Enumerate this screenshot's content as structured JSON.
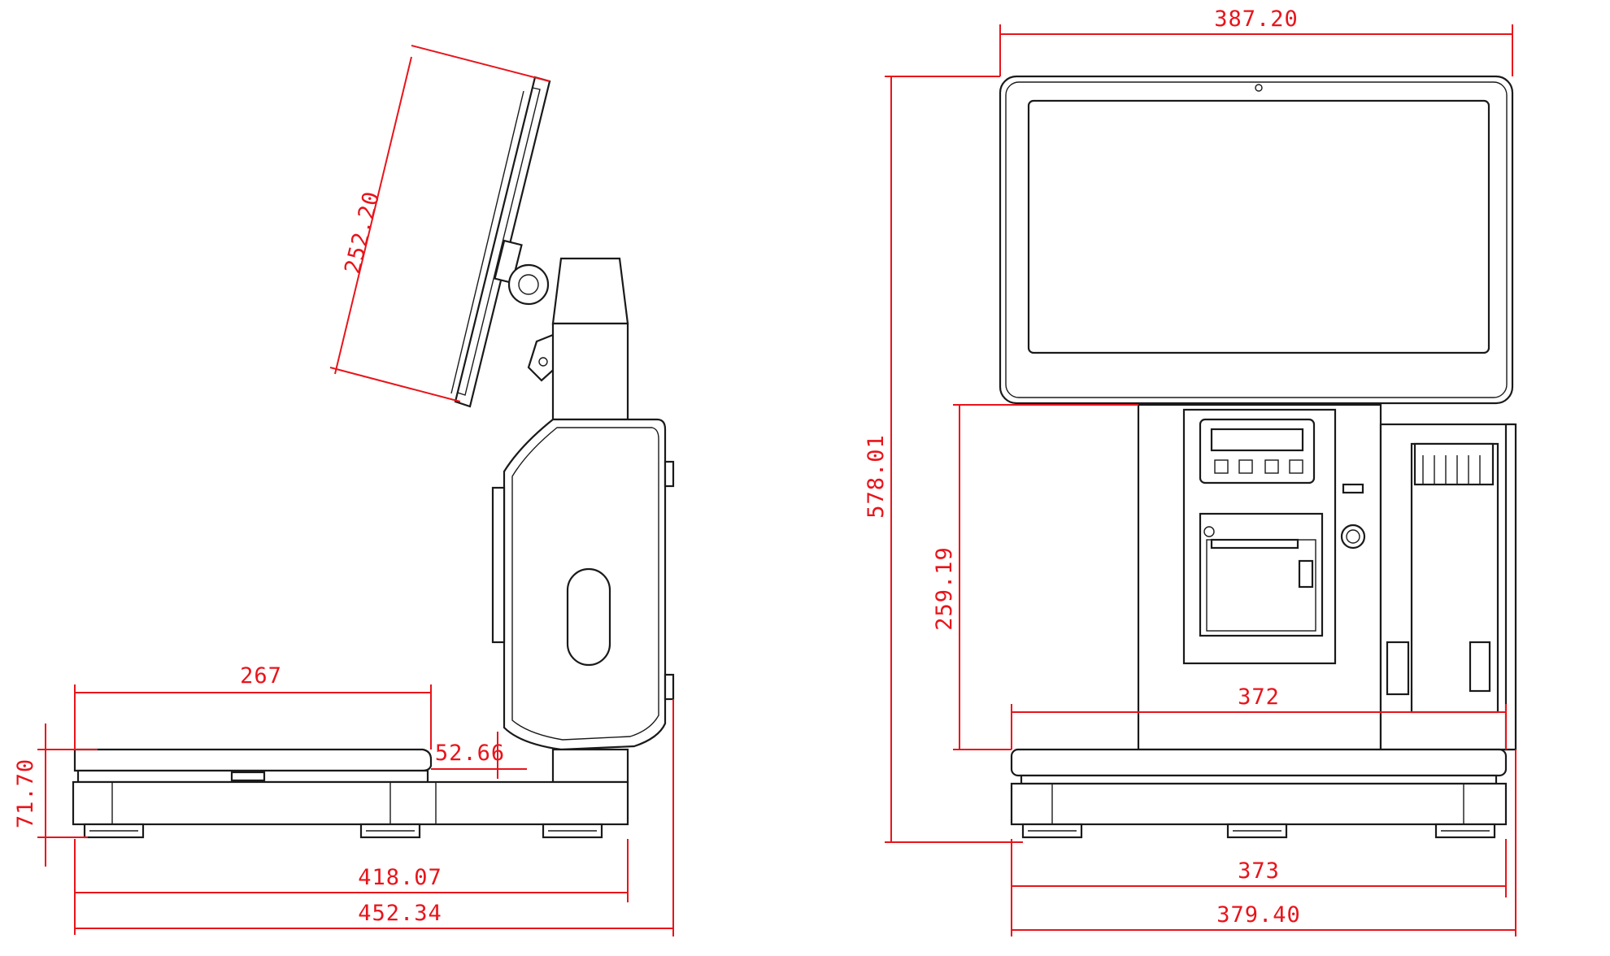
{
  "drawing": {
    "side_view": {
      "screen_length": "252.20",
      "platter_width": "267",
      "offset": "52.66",
      "base_height": "71.70",
      "base_depth": "418.07",
      "overall_depth": "452.34"
    },
    "front_view": {
      "overall_width": "387.20",
      "overall_height": "578.01",
      "body_height": "259.19",
      "platter_width": "372",
      "base_width": "373",
      "overall_base_width": "379.40"
    },
    "colors": {
      "outline": "#1a1a1a",
      "dimension": "#e8141b"
    }
  }
}
